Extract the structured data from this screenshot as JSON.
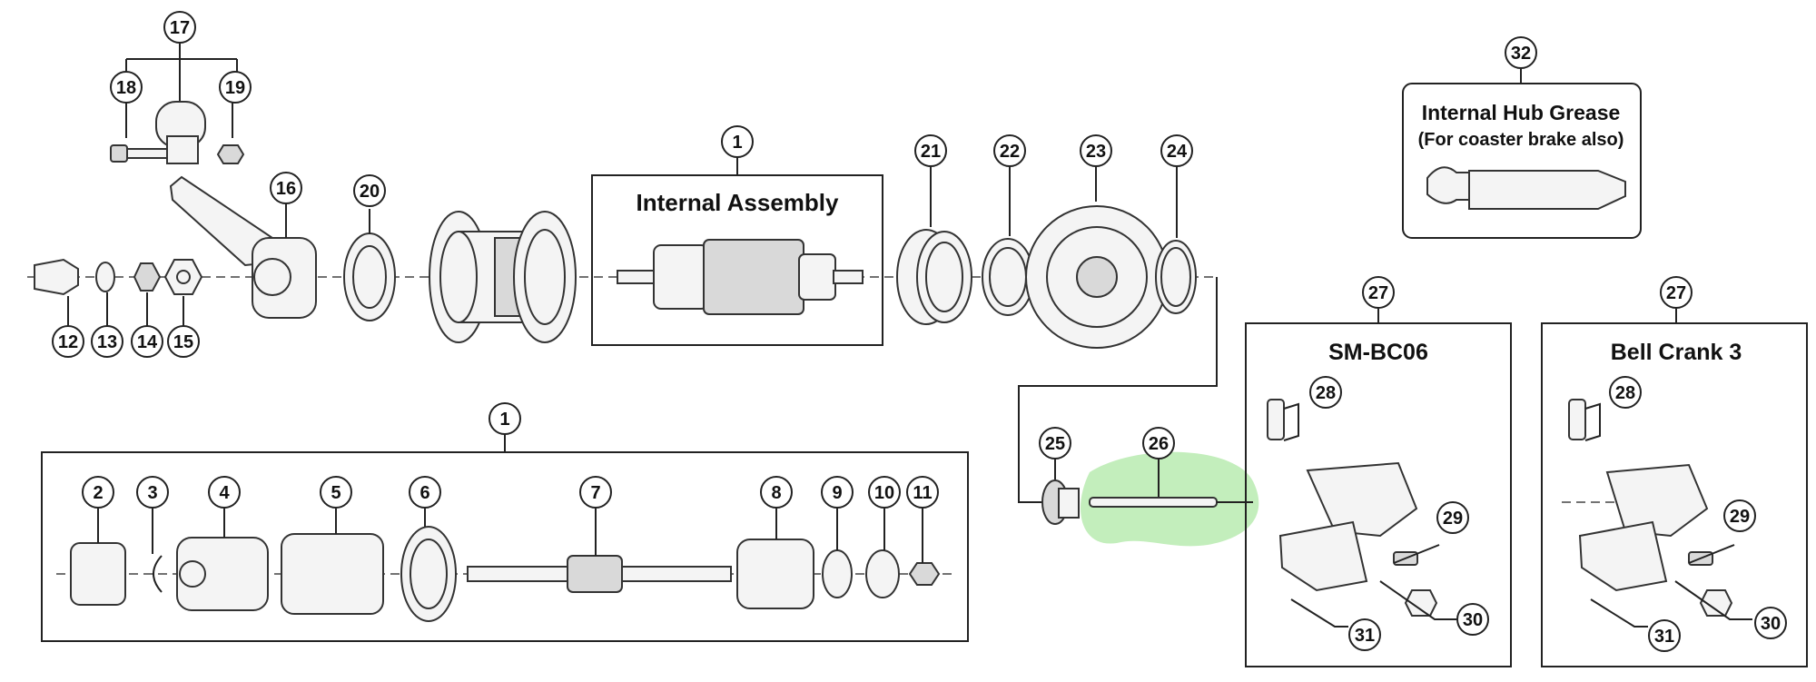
{
  "labels": {
    "internal_assembly": "Internal Assembly",
    "grease_title": "Internal Hub Grease",
    "grease_sub": "(For coaster brake also)",
    "sm_bc06": "SM-BC06",
    "bell_crank": "Bell Crank 3"
  },
  "callouts": {
    "n1": "1",
    "n2": "2",
    "n3": "3",
    "n4": "4",
    "n5": "5",
    "n6": "6",
    "n7": "7",
    "n8": "8",
    "n9": "9",
    "n10": "10",
    "n11": "11",
    "n12": "12",
    "n13": "13",
    "n14": "14",
    "n15": "15",
    "n16": "16",
    "n17": "17",
    "n18": "18",
    "n19": "19",
    "n20": "20",
    "n21": "21",
    "n22": "22",
    "n23": "23",
    "n24": "24",
    "n25": "25",
    "n26": "26",
    "n27": "27",
    "n28": "28",
    "n29": "29",
    "n30": "30",
    "n31": "31",
    "n32": "32"
  },
  "colors": {
    "line": "#222222",
    "highlight": "#9be38f"
  }
}
